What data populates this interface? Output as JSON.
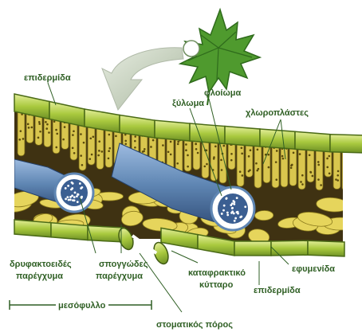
{
  "colors": {
    "label": "#2f5f24",
    "leaf_green": "#4f9a2e",
    "cell_green": "#a9c93e",
    "cell_light": "#dbe78a",
    "cell_dark": "#5e7d1c",
    "chloroplast": "#7a5f14",
    "vein_blue": "#5f86b3",
    "xylem_blue": "#2f4f82",
    "spongy_yellow": "#e6d55c",
    "arrow_gray": "#c5cfbd"
  },
  "icons": {
    "leaf": "maple-leaf-icon",
    "arrow": "curved-arrow-icon"
  },
  "labels": {
    "upper_epidermis": "επιδερμίδα",
    "phloem": "φλοίωμα",
    "xylem": "ξύλωμα",
    "chloroplasts": "χλωροπλάστες",
    "cuticle": "εφυμενίδα",
    "palisade_line1": "δρυφακτοειδές",
    "palisade_line2": "παρέγχυμα",
    "spongy_line1": "σπογγώδες",
    "spongy_line2": "παρέγχυμα",
    "guard_cell_line1": "καταφρακτικό",
    "guard_cell_line2": "κύτταρο",
    "lower_epidermis": "επιδερμίδα",
    "mesophyll": "μεσόφυλλο",
    "stoma": "στοματικός πόρος"
  }
}
